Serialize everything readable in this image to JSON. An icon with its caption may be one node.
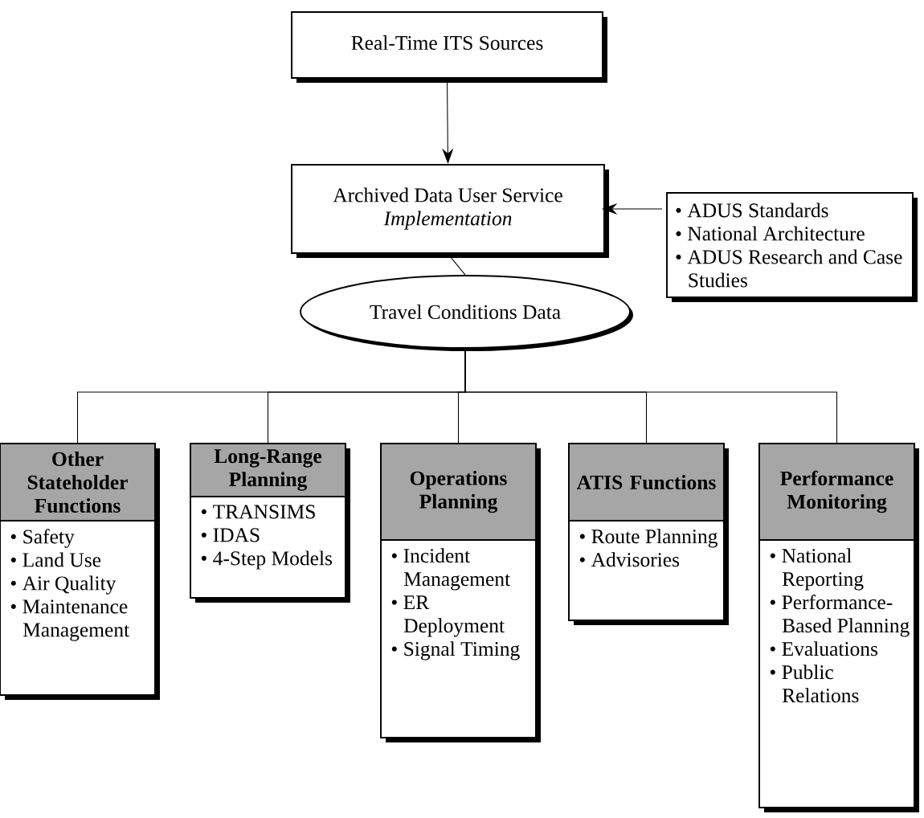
{
  "diagram": {
    "nodes": [
      {
        "text": [
          "Real-Time ITS Sources"
        ]
      },
      {
        "text": [
          "Archived Data User Service",
          "Implementation"
        ]
      },
      {
        "text": [
          "• ADUS Standards",
          "• National Architecture",
          "• ADUS Research and Case Studies"
        ]
      },
      {
        "text": [
          "Travel Conditions Data"
        ]
      },
      {
        "text": [
          "Other Stateholder Functions",
          "• Safety",
          "• Land Use",
          "• Air Quality",
          "• Maintenance Management"
        ]
      },
      {
        "text": [
          "Long-Range Planning",
          "• TRANSIMS",
          "• IDAS",
          "• 4-Step Models"
        ]
      },
      {
        "text": [
          "Operations Planning",
          "• Incident Management",
          "• ER Deployment",
          "• Signal Timing"
        ]
      },
      {
        "text": [
          "ATIS Functions",
          "• Route Planning",
          "• Advisories"
        ]
      },
      {
        "text": [
          "Performance Monitoring",
          "• National Reporting",
          "• Performance-Based Planning",
          "• Evaluations",
          "• Public Relations"
        ]
      }
    ],
    "edges": [
      {
        "from": 0,
        "to": 1,
        "arrow": "to"
      },
      {
        "from": 2,
        "to": 1,
        "arrow": "to"
      },
      {
        "from": 1,
        "to": 3,
        "arrow": "none"
      },
      {
        "from": 3,
        "to": 4,
        "arrow": "none"
      },
      {
        "from": 3,
        "to": 5,
        "arrow": "none"
      },
      {
        "from": 3,
        "to": 6,
        "arrow": "none"
      },
      {
        "from": 3,
        "to": 7,
        "arrow": "none"
      },
      {
        "from": 3,
        "to": 8,
        "arrow": "none"
      }
    ]
  }
}
